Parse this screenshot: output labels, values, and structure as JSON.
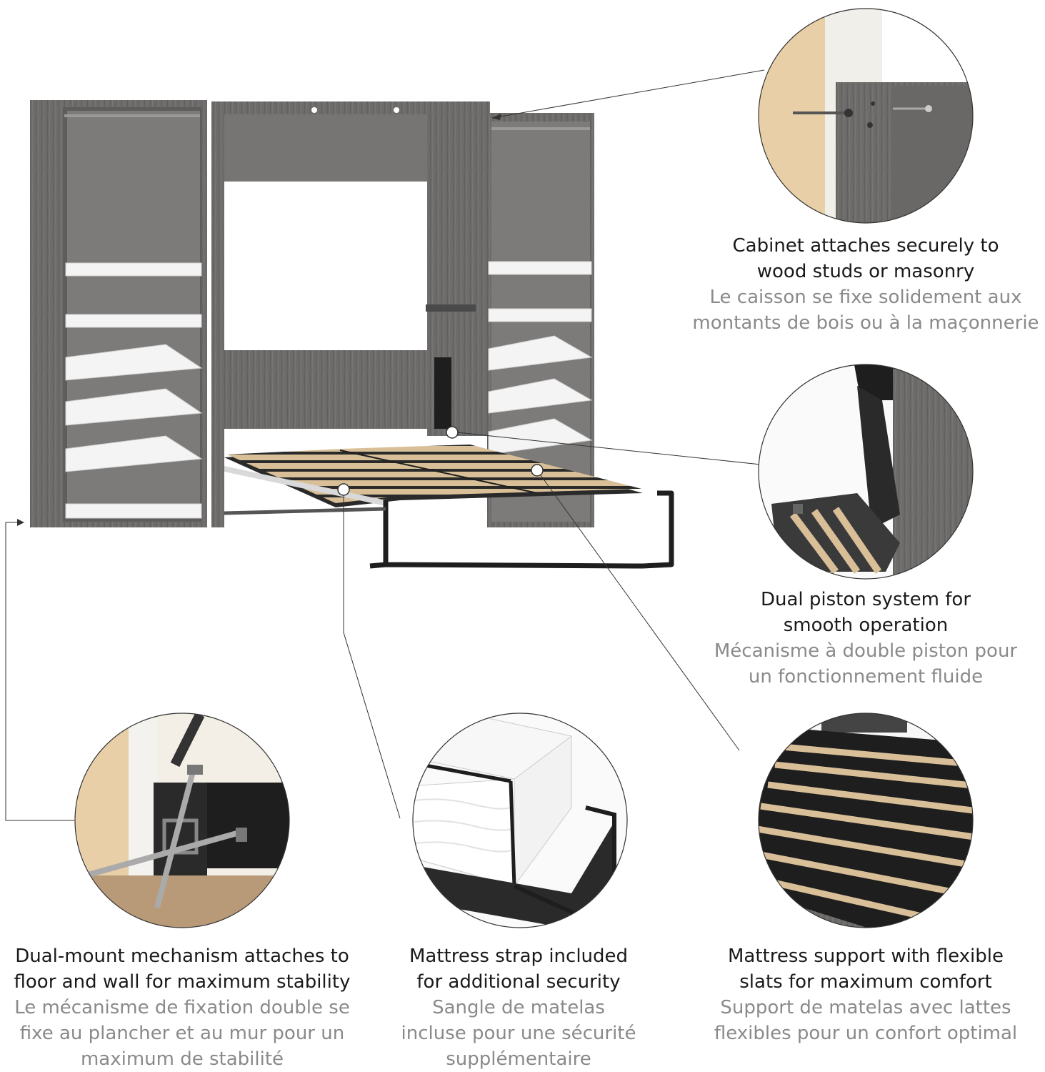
{
  "features": [
    {
      "id": "wall-attach",
      "en": [
        "Cabinet attaches securely to",
        "wood studs or masonry"
      ],
      "fr": [
        "Le caisson se fixe solidement aux",
        "montants de bois ou à la maçonnerie"
      ]
    },
    {
      "id": "piston",
      "en": [
        "Dual piston system for",
        "smooth operation"
      ],
      "fr": [
        "Mécanisme à double piston pour",
        "un fonctionnement fluide"
      ]
    },
    {
      "id": "dual-mount",
      "en": [
        "Dual-mount mechanism attaches to",
        "floor and wall for maximum stability"
      ],
      "fr": [
        "Le mécanisme de fixation double se",
        "fixe au plancher et au mur pour un",
        "maximum de stabilité"
      ]
    },
    {
      "id": "strap",
      "en": [
        "Mattress strap included",
        "for additional security"
      ],
      "fr": [
        "Sangle de matelas",
        "incluse pour une sécurité",
        "supplémentaire"
      ]
    },
    {
      "id": "slats",
      "en": [
        "Mattress support with flexible",
        "slats for maximum comfort"
      ],
      "fr": [
        "Support de matelas avec lattes",
        "flexibles pour un confort optimal"
      ]
    }
  ],
  "colors": {
    "cabinet": "#6e6c6a",
    "cabinet_dark": "#5a5856",
    "shelf": "#f4f4f4",
    "slat": "#d8bf98",
    "frame": "#1e1e1e",
    "text_en": "#1a1a1a",
    "text_fr": "#8a8a8a"
  }
}
